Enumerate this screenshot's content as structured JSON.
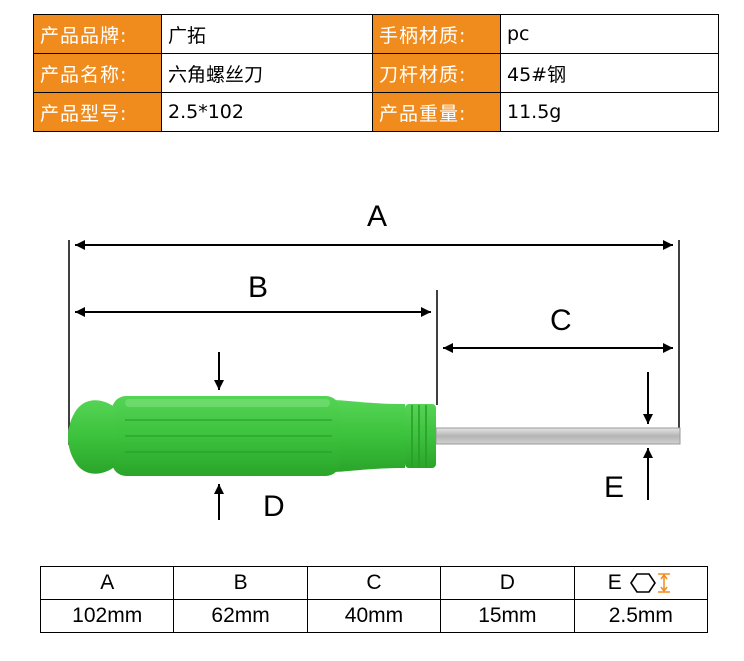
{
  "specs": {
    "rows": [
      {
        "l1": "产品品牌:",
        "v1": "广拓",
        "l2": "手柄材质:",
        "v2": "pc"
      },
      {
        "l1": "产品名称:",
        "v1": "六角螺丝刀",
        "l2": "刀杆材质:",
        "v2": "45#钢"
      },
      {
        "l1": "产品型号:",
        "v1": "2.5*102",
        "l2": "产品重量:",
        "v2": "11.5g"
      }
    ]
  },
  "drawing": {
    "labels": {
      "a": "A",
      "b": "B",
      "c": "C",
      "d": "D",
      "e": "E"
    },
    "handle_color": "#3cc23c",
    "handle_dark": "#27a027",
    "shaft_color": "#c8c8c8"
  },
  "dimensions": {
    "headers": [
      "A",
      "B",
      "C",
      "D",
      "E"
    ],
    "values": [
      "102mm",
      "62mm",
      "40mm",
      "15mm",
      "2.5mm"
    ],
    "hex_icon_color": "#f08c1e"
  }
}
